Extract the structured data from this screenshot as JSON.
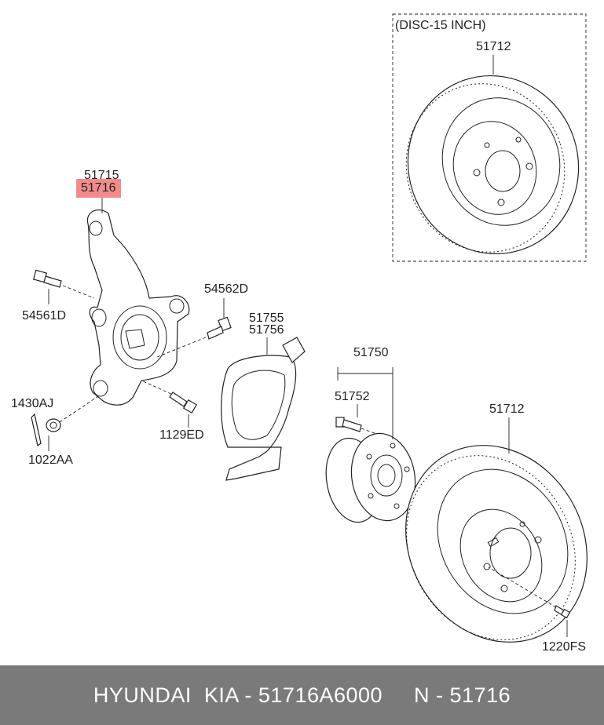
{
  "inset_title": "(DISC-15 INCH)",
  "labels": {
    "disc_inset": "51712",
    "knuckle_a": "51715",
    "knuckle_b": "51716",
    "bolt_upper": "54561D",
    "bolt_right": "54562D",
    "cotter_pin": "1430AJ",
    "nut": "1022AA",
    "bolt_lower": "1129ED",
    "dust_cover_a": "51755",
    "dust_cover_b": "51756",
    "hub": "51750",
    "hub_bolt": "51752",
    "disc_main": "51712",
    "screw": "1220FS"
  },
  "footer": "HYUNDAI  KIA - 51716A6000     N - 51716",
  "colors": {
    "highlight": "#f28b8b",
    "footer_bg": "#7a7a7a",
    "footer_text": "#ffffff"
  }
}
